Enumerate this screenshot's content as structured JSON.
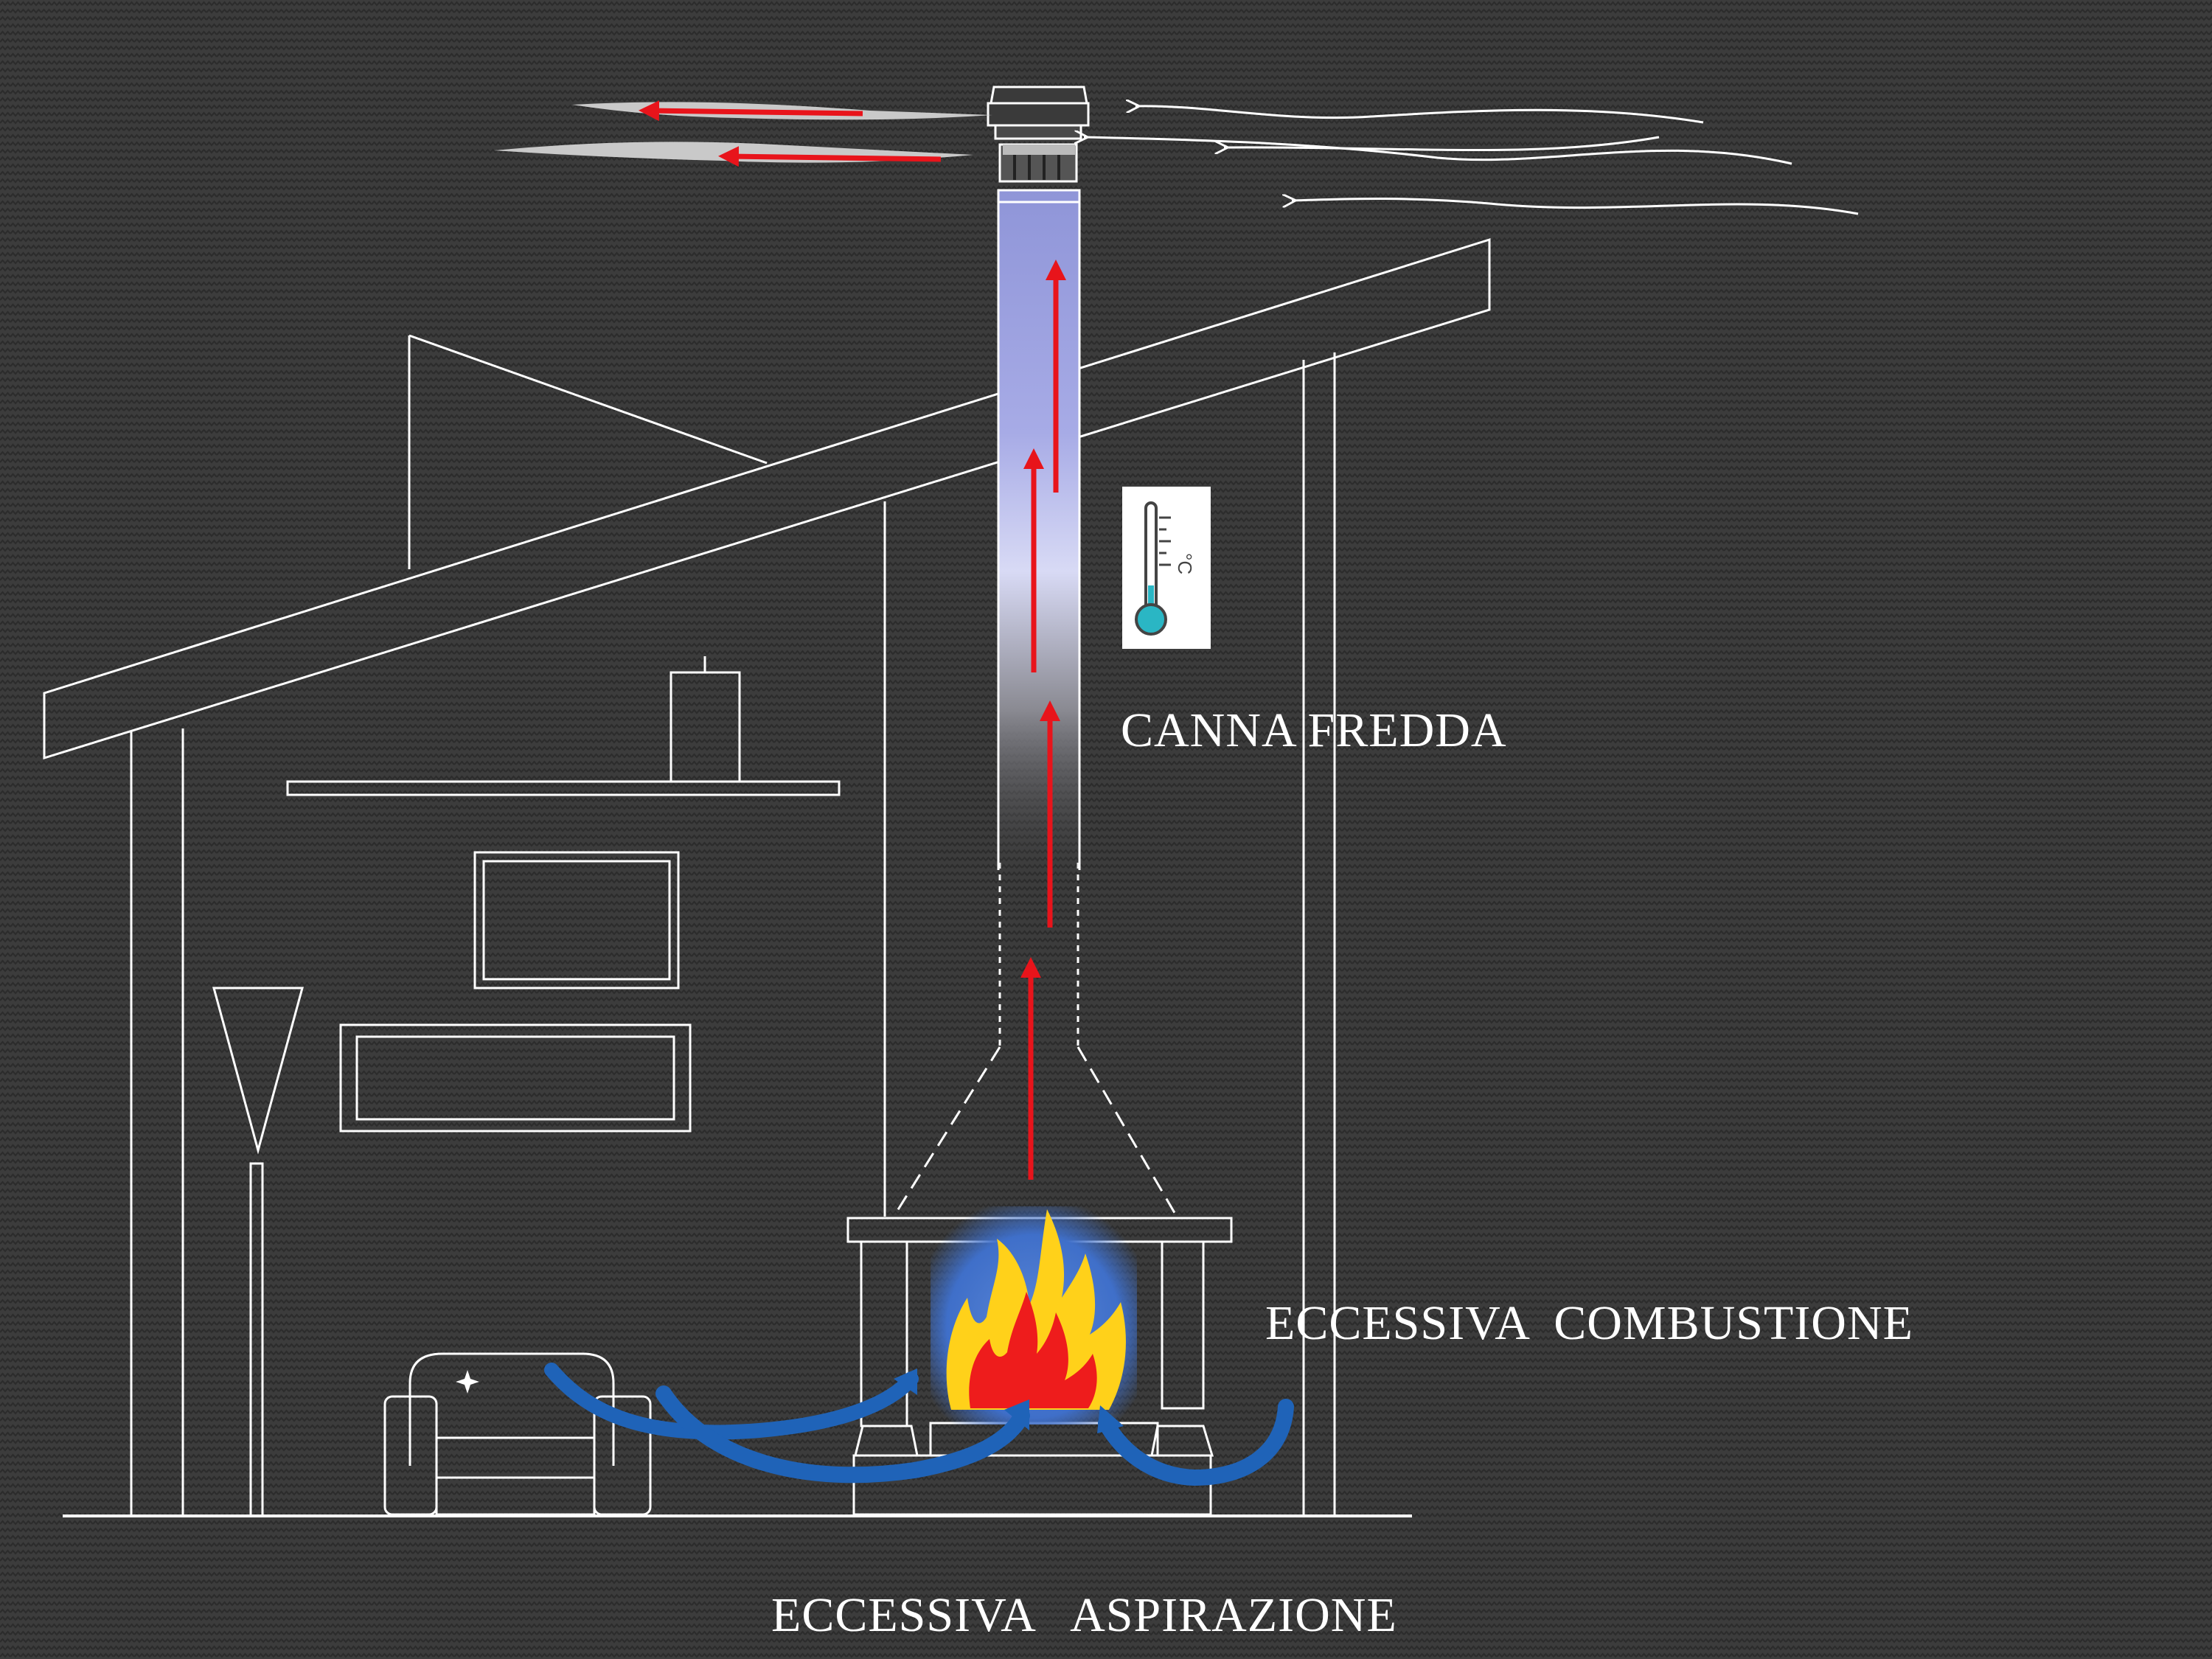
{
  "labels": {
    "canna_fredda": "CANNA FREDDA",
    "eccessiva_combustione": "ECCESSIVA  COMBUSTIONE",
    "eccessiva_aspirazione": "ECCESSIVA   ASPIRAZIONE"
  },
  "thermometer": {
    "unit": "°C",
    "level": 0.25
  },
  "colors": {
    "background": "#3a3a3a",
    "line": "#ffffff",
    "flow_arrow": "#e8141b",
    "air_arrow": "#1f63b8",
    "chimney_fill_top": "#9aa0df",
    "thermometer_liquid": "#2ab6c4",
    "flame_outer": "#ffd11a",
    "flame_inner": "#ee1c1c"
  },
  "icons": {
    "thermometer": "thermometer-icon",
    "flame": "fire-icon",
    "sparkle": "sparkle-icon"
  }
}
